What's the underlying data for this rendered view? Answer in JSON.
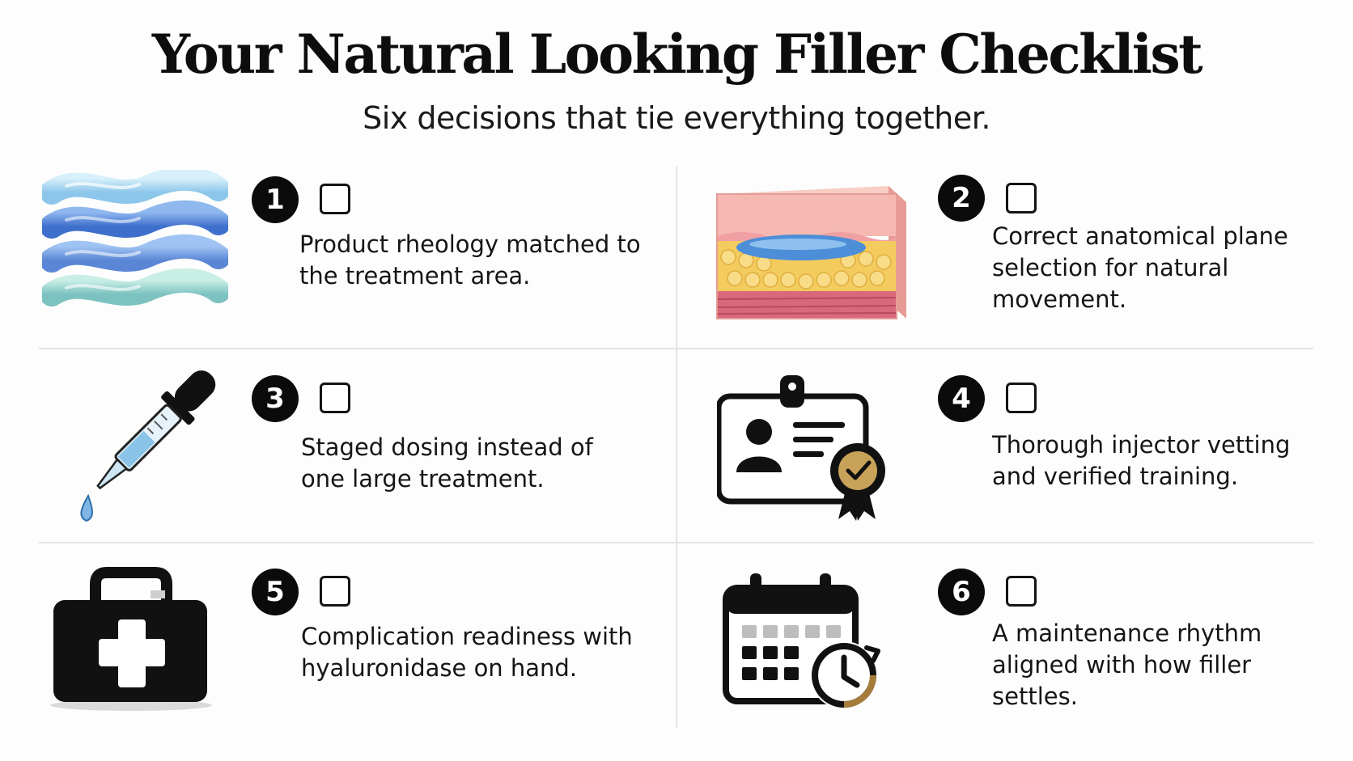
{
  "header": {
    "title": "Your Natural Looking Filler Checklist",
    "subtitle": "Six decisions that tie everything together."
  },
  "items": [
    {
      "number": "1",
      "text": "Product rheology matched to the treatment area.",
      "icon": "gel-waves-icon",
      "checked": false
    },
    {
      "number": "2",
      "text": "Correct anatomical plane selection for natural movement.",
      "icon": "skin-layers-icon",
      "checked": false
    },
    {
      "number": "3",
      "text": "Staged dosing instead of one large treatment.",
      "icon": "dropper-icon",
      "checked": false
    },
    {
      "number": "4",
      "text": "Thorough injector vetting and verified training.",
      "icon": "id-badge-icon",
      "checked": false
    },
    {
      "number": "5",
      "text": "Complication readiness with hyaluronidase on hand.",
      "icon": "medical-kit-icon",
      "checked": false
    },
    {
      "number": "6",
      "text": "A maintenance rhythm aligned with how filler settles.",
      "icon": "calendar-clock-icon",
      "checked": false
    }
  ],
  "colors": {
    "ink": "#0b0b0b",
    "divider": "#e3e3e3",
    "gold_accent": "#b8924a",
    "gel_blue": "#4f86d8",
    "gel_light": "#9fd0ee",
    "gel_teal": "#8fd1c8",
    "skin_pink": "#f2a7a5",
    "fat_yellow": "#f2c85c",
    "muscle_red": "#d9657a"
  }
}
